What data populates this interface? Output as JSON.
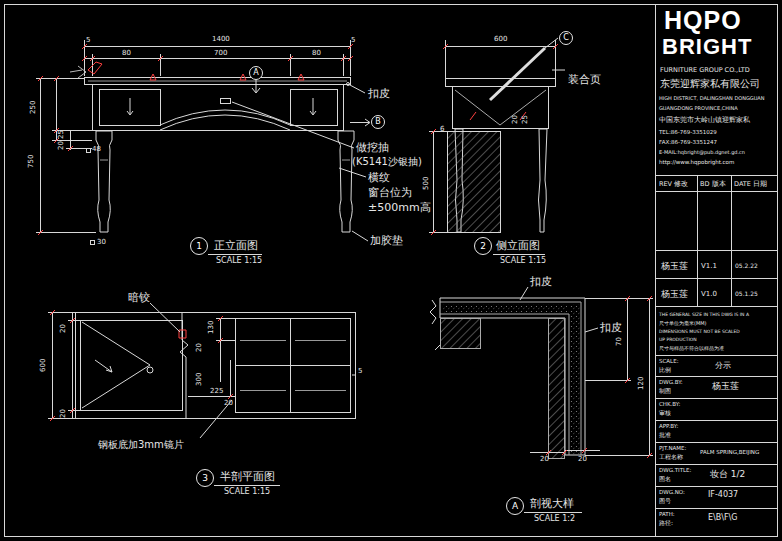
{
  "diagram": {
    "nodes": [
      {
        "text": [
          "A"
        ]
      },
      {
        "text": [
          "B"
        ]
      },
      {
        "text": [
          "C"
        ]
      },
      {
        "text": [
          "1"
        ]
      },
      {
        "text": [
          "2"
        ]
      },
      {
        "text": [
          "3"
        ]
      },
      {
        "text": [
          "A"
        ]
      }
    ],
    "labels": [
      "1400",
      "5",
      "80",
      "700",
      "80",
      "5",
      "250",
      "25",
      "20",
      "48",
      "750",
      "30",
      "扣皮",
      "做挖抽",
      "(K5141沙银抽)",
      "横纹",
      "窗台位为",
      "±500mm高",
      "加胶垫",
      "正立面图",
      "SCALE 1:15",
      "600",
      "装合页",
      "6",
      "20",
      "25",
      "500",
      "侧立面图",
      "SCALE 1:15",
      "暗铰",
      "600",
      "20",
      "20",
      "5",
      "130",
      "20",
      "300",
      "225",
      "20",
      "钢板底加3mm镜片",
      "半剖平面图",
      "SCALE 1:15",
      "扣皮",
      "扣皮",
      "70",
      "120",
      "20",
      "20",
      "剖视大样",
      "SCALE 1:2",
      "HQPO",
      "BRIGHT",
      "FURNITURE GROUP CO.,LTD",
      "东莞迎辉家私有限公司",
      "HIGH DISTRICT, DALINGSHAN DONGGUAN",
      "GUANGDONG PROVINCE,CHINA",
      "中国东莞市大岭山镇迎辉家私",
      "TEL:86-769-3351029",
      "FAX:86-769-3351247",
      "E-MAIL:hqbright@pub.dgnet.gd.cn",
      "http://www.hqpobright.com",
      "REV 修改",
      "BD 版本",
      "DATE 日期",
      "杨玉莲",
      "V1.1",
      "05.2.22",
      "杨玉莲",
      "V1.0",
      "05.1.25",
      "THE GENERAL SIZE IN THIS DWG IS IN A",
      "尺寸单位为毫米(MM)",
      "DIMENSIONS MUST NOT BE SCALED",
      "UP PRODUCTION",
      "尺寸与样品不符合以样品为准",
      "SCALE:",
      "比例",
      "分示",
      "DWG.BY:",
      "制图",
      "杨玉莲",
      "CHK.BY:",
      "审核",
      "APP.BY:",
      "批准",
      "PJT.NAME:",
      "工程名称",
      "PALM SPRING,BEIJING",
      "DWG.TITLE:",
      "图名",
      "妆台 1/2",
      "DWG.NO:",
      "图号",
      "IF-4037",
      "PATH:",
      "路径:",
      "E\\B\\F\\G"
    ]
  }
}
